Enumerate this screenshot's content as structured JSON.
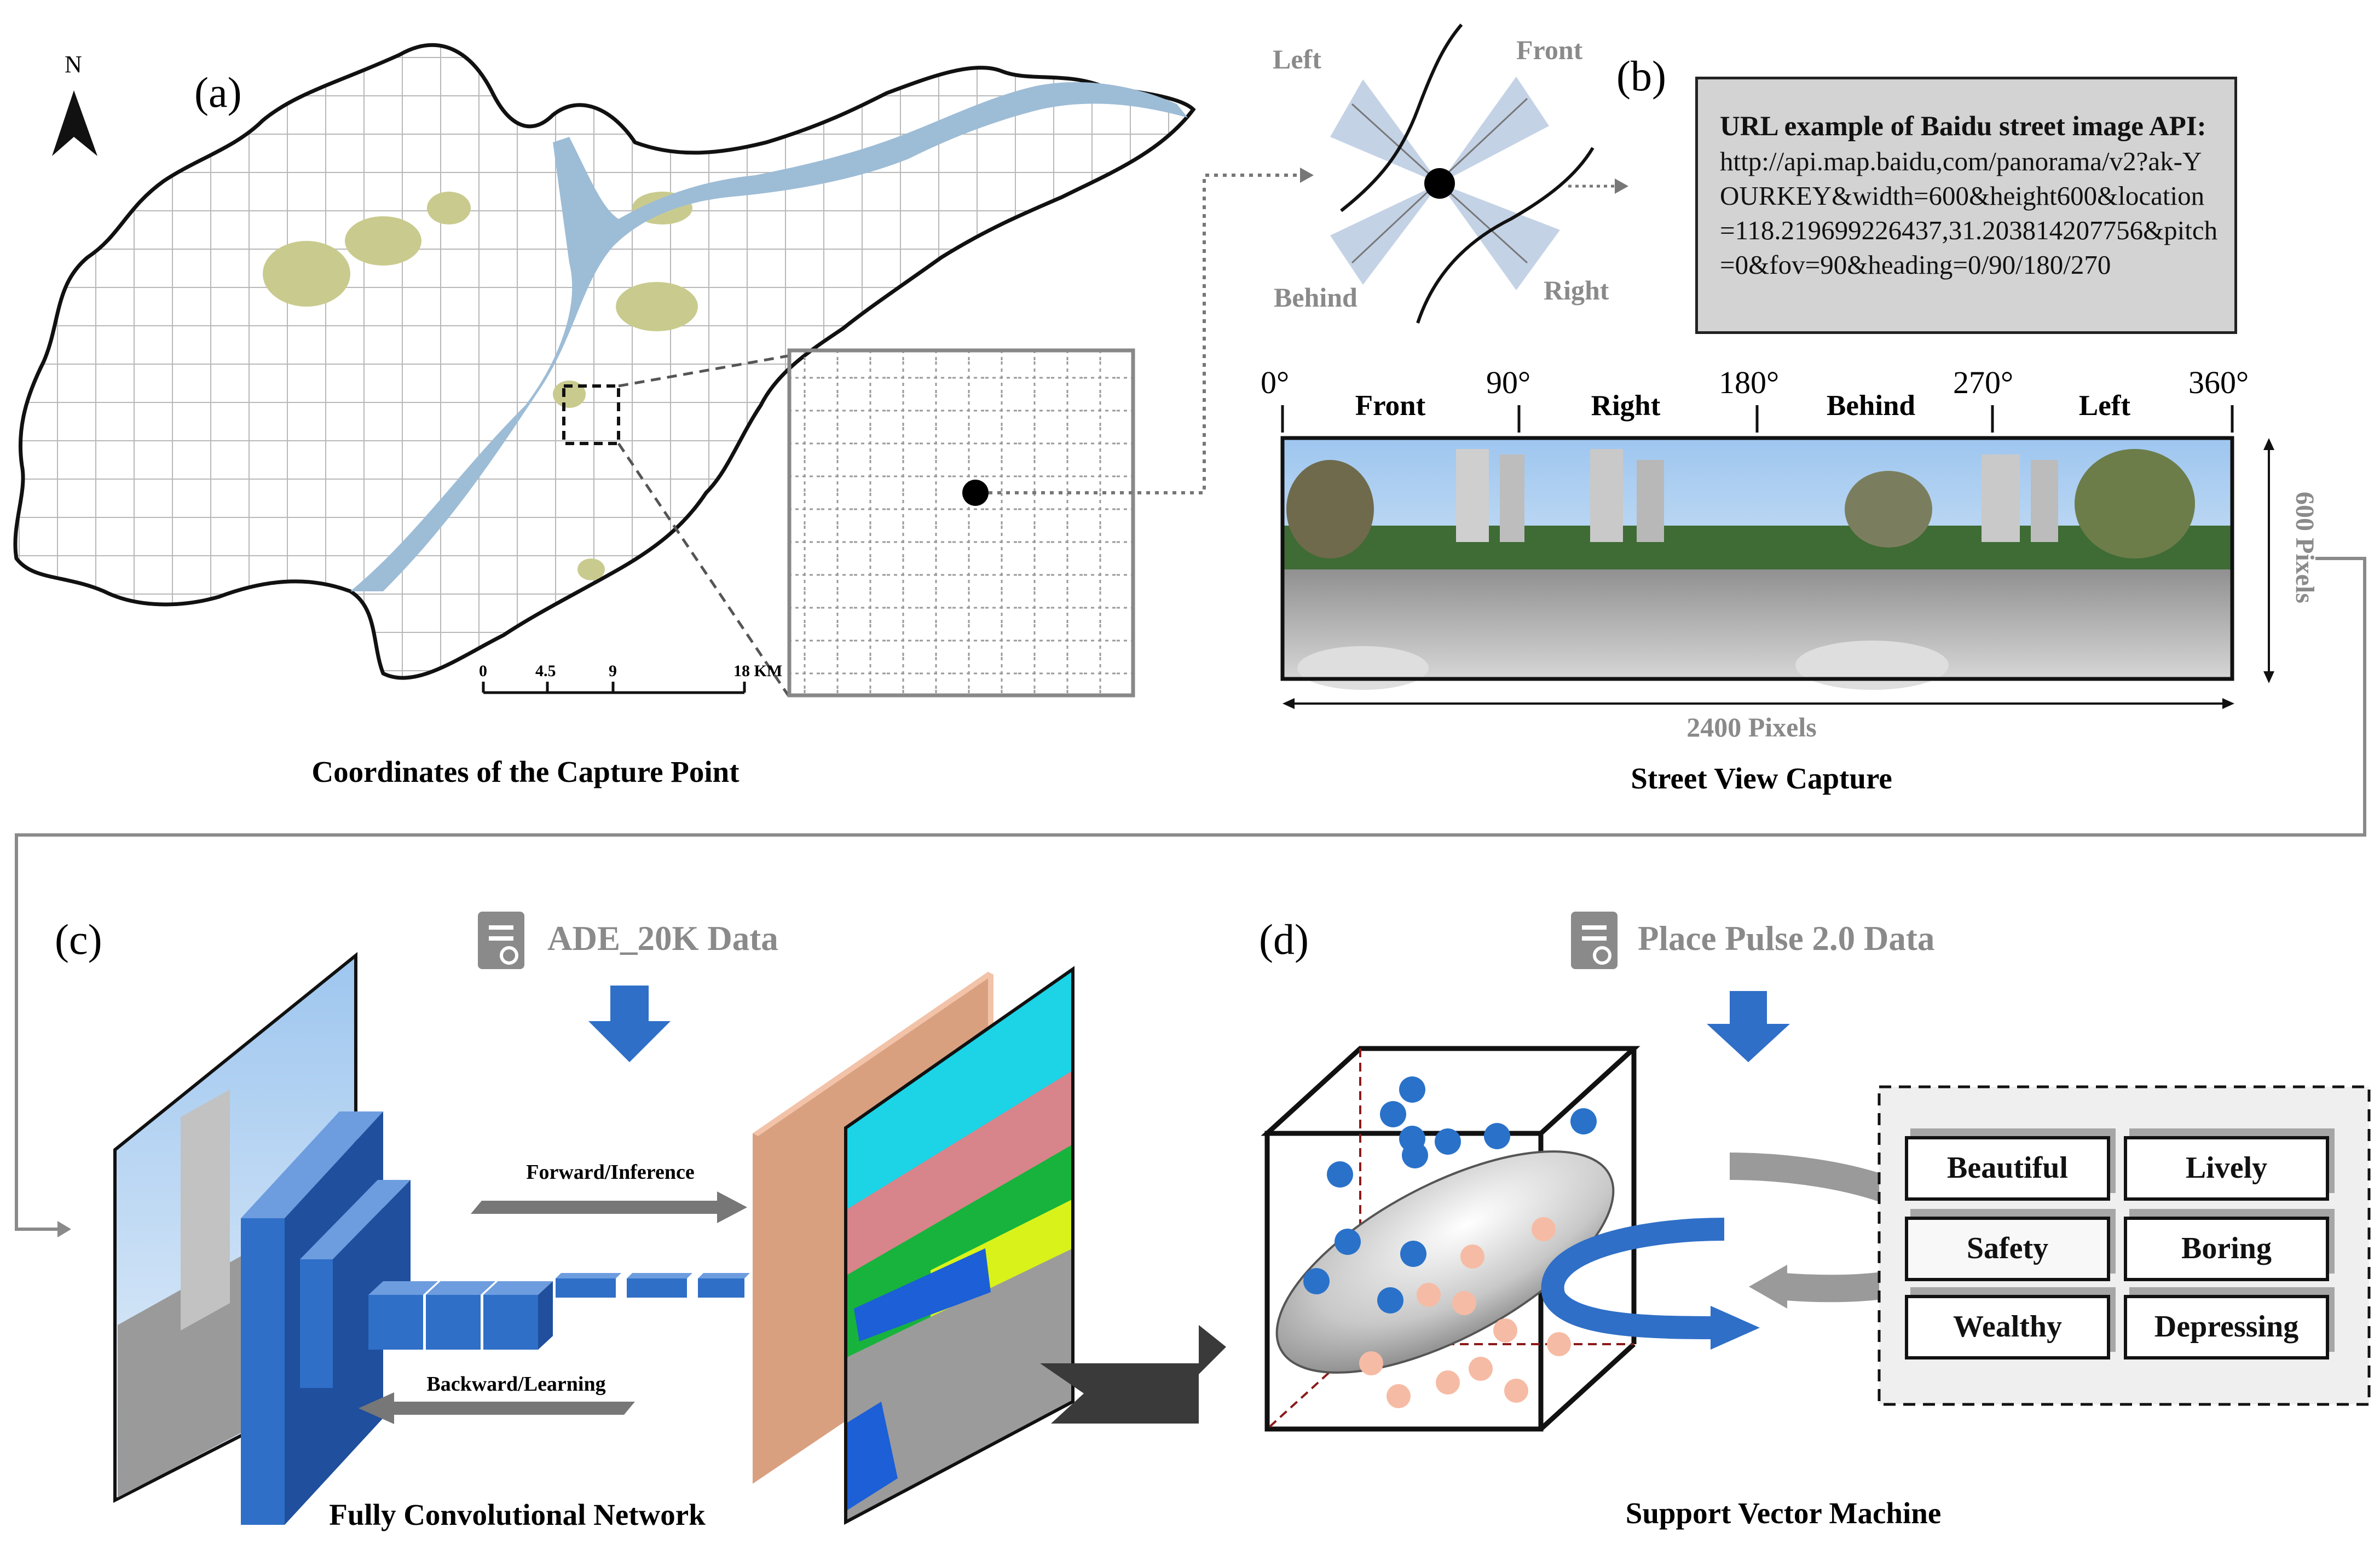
{
  "panel_a": {
    "label": "(a)",
    "north": "N",
    "scale_ticks": [
      "0",
      "4.5",
      "9",
      "18 KM"
    ],
    "caption": "Coordinates of the Capture Point"
  },
  "panel_b": {
    "label": "(b)",
    "directions": {
      "left": "Left",
      "front": "Front",
      "behind": "Behind",
      "right": "Right"
    },
    "url_title": "URL example of Baidu street image API:",
    "url_text": "http://api.map.baidu,com/panorama/v2?ak-YOURKEY&width=600&height600&location=118.219699226437,31.203814207756&pitch=0&fov=90&heading=0/90/180/270",
    "degrees": [
      "0°",
      "90°",
      "180°",
      "270°",
      "360°"
    ],
    "segments": [
      "Front",
      "Right",
      "Behind",
      "Left"
    ],
    "height_label": "600 Pixels",
    "width_label": "2400 Pixels",
    "caption": "Street View Capture"
  },
  "panel_c": {
    "label": "(c)",
    "data_source": "ADE_20K Data",
    "forward": "Forward/Inference",
    "backward": "Backward/Learning",
    "caption": "Fully Convolutional Network"
  },
  "panel_d": {
    "label": "(d)",
    "data_source": "Place Pulse 2.0 Data",
    "metrics": [
      "Beautiful",
      "Lively",
      "Safety",
      "Boring",
      "Wealthy",
      "Depressing"
    ],
    "caption": "Support Vector Machine"
  },
  "colors": {
    "river": "#9dbcd6",
    "park": "#c9cb8e",
    "network_blue": "#2f6fc7",
    "seg_cyan": "#1cd4e6",
    "seg_pink": "#d7848a",
    "seg_green": "#17b33d",
    "seg_yellow": "#d9f21a",
    "seg_blue": "#1c5fd6",
    "salmon_plane": "#e8a68b",
    "dot_blue": "#2a72c9",
    "dot_peach": "#f6bba4"
  }
}
